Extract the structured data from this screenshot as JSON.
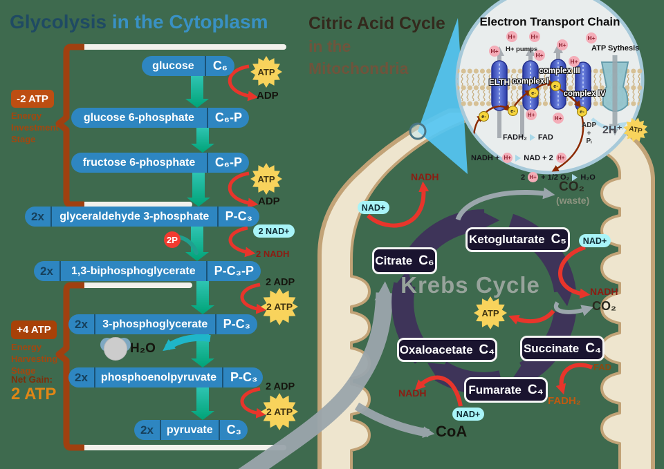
{
  "titles": {
    "glycolysis_dark": "Glycolysis",
    "glycolysis_light": " in the Cytoplasm",
    "citric_line1": "Citric Acid Cycle",
    "citric_line2": "in the",
    "citric_line3": "Mitochondria",
    "krebs": "Krebs Cycle",
    "etc": "Electron Transport Chain"
  },
  "glycolysis": {
    "investment_badge": "-2 ATP",
    "investment_label": "Energy Investment Stage",
    "harvest_badge": "+4 ATP",
    "harvest_label": "Energy Harvesting Stage",
    "net_gain_label": "Net Gain:",
    "net_gain_value": "2 ATP",
    "steps": [
      {
        "prefix": "",
        "name": "glucose",
        "formula": "C₆"
      },
      {
        "prefix": "",
        "name": "glucose 6-phosphate",
        "formula": "C₆-P"
      },
      {
        "prefix": "",
        "name": "fructose 6-phosphate",
        "formula": "C₆-P"
      },
      {
        "prefix": "2x",
        "name": "glyceraldehyde 3-phosphate",
        "formula": "P-C₃"
      },
      {
        "prefix": "2x",
        "name": "1,3-biphosphoglycerate",
        "formula": "P-C₃-P"
      },
      {
        "prefix": "2x",
        "name": "3-phosphoglycerate",
        "formula": "P-C₃"
      },
      {
        "prefix": "2x",
        "name": "phosphoenolpyruvate",
        "formula": "P-C₃"
      },
      {
        "prefix": "2x",
        "name": "pyruvate",
        "formula": "C₃"
      }
    ],
    "cofactors": {
      "atp1": "ATP",
      "adp1": "ADP",
      "atp2": "ATP",
      "adp2": "ADP",
      "nad": "2 NAD+",
      "nadh": "2 NADH",
      "p2": "2P",
      "adp3": "2 ADP",
      "atp3": "2 ATP",
      "adp4": "2 ADP",
      "atp4": "2 ATP",
      "h2o": "H₂O"
    }
  },
  "krebs": {
    "metabolites": [
      {
        "name": "Citrate",
        "formula": "C₆"
      },
      {
        "name": "Ketoglutarate",
        "formula": "C₅"
      },
      {
        "name": "Succinate",
        "formula": "C₄"
      },
      {
        "name": "Fumarate",
        "formula": "C₄"
      },
      {
        "name": "Oxaloacetate",
        "formula": "C₄"
      }
    ],
    "labels": {
      "nadh_top": "NADH",
      "nad_left": "NAD+",
      "co2_top": "CO₂",
      "waste": "(waste)",
      "nad_right": "NAD+",
      "nadh_right": "NADH",
      "co2_right": "CO₂",
      "atp": "ATP",
      "fad": "FAD",
      "fadh2": "FADH₂",
      "nadh_bottom": "NADH",
      "nad_bottom": "NAD+",
      "coa": "CoA"
    }
  },
  "etc": {
    "h_pumps": "H+ pumps",
    "atp_synthesis": "ATP Sythesis",
    "complexes": [
      "ELTH",
      "complex I",
      "complex III",
      "complex IV"
    ],
    "h_plus": "H+",
    "e_minus": "e-",
    "reactions": {
      "fadh2": "FADH₂",
      "fad": "FAD",
      "nadh_l": "NADH +",
      "nadh_r": "NAD + 2",
      "o2_l": "2",
      "o2_m": "+ 1/2 O₂",
      "o2_r": "H₂O",
      "adp": "ADP",
      "plus": "+",
      "pi": "Pᵢ",
      "two_h": "2H⁺",
      "atp": "ATP"
    }
  },
  "colors": {
    "background": "#3E6A4E",
    "box_blue": "#2E86C1",
    "teal_arrow": "#00A377",
    "rust": "#A04010",
    "net_gain_orange": "#E08616",
    "atp_yellow": "#F8D35C",
    "red_arrow": "#E8352B",
    "nadh_red": "#8C1C12",
    "cyan_badge": "#A8F4F8",
    "krebs_ring": "#3E3459",
    "krebs_box": "#1A142F",
    "gray_arrow": "#9BA6AC",
    "membrane_cream": "#EEE5CE",
    "membrane_tan": "#C2A377",
    "etc_fill": "#E9EDED",
    "beam_blue": "#55C6F3",
    "complex_blue": "#2A3BA8"
  }
}
